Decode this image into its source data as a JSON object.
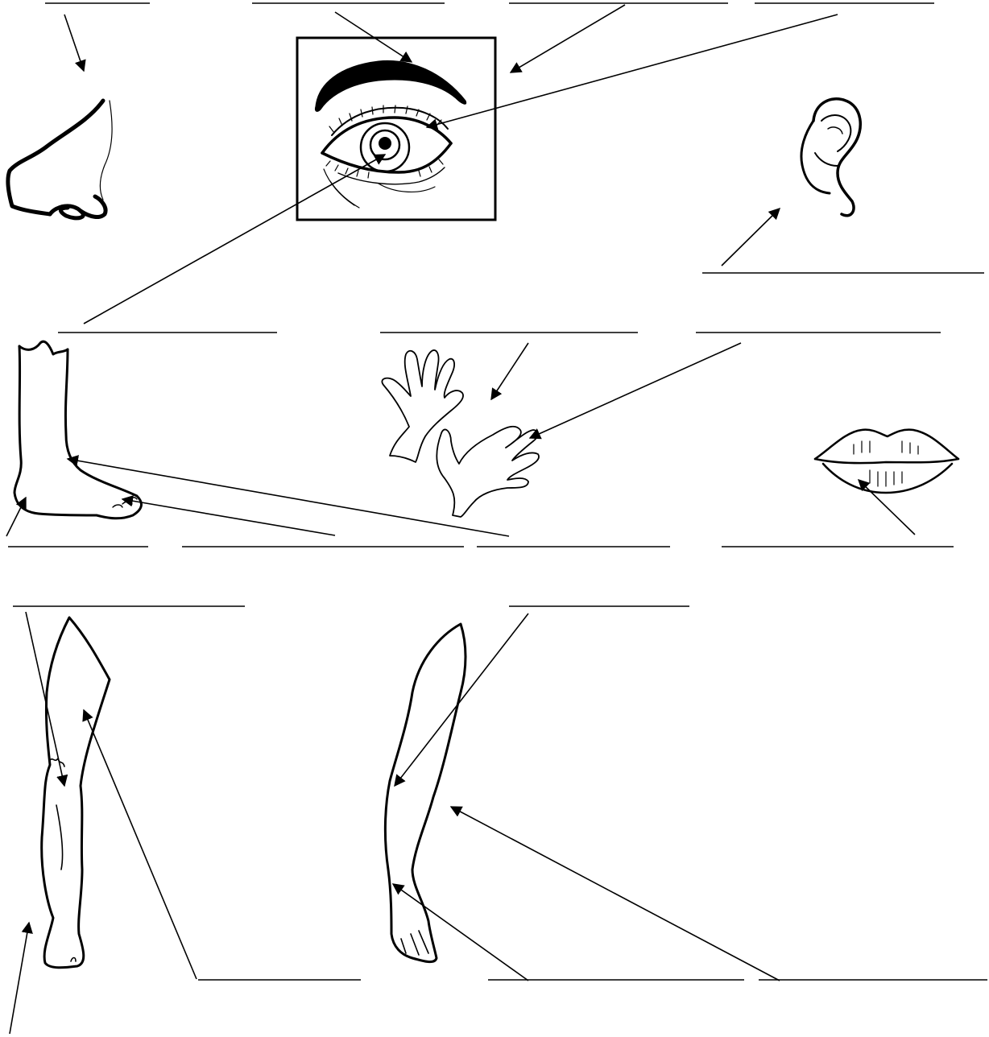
{
  "worksheet": {
    "labels": [
      "",
      "",
      "",
      "",
      "",
      "",
      "",
      "",
      "",
      "",
      "",
      "",
      "",
      "",
      "",
      "",
      ""
    ],
    "pictures": [
      "nose",
      "eye",
      "ear",
      "foot",
      "hands",
      "lips",
      "leg",
      "arm"
    ]
  }
}
